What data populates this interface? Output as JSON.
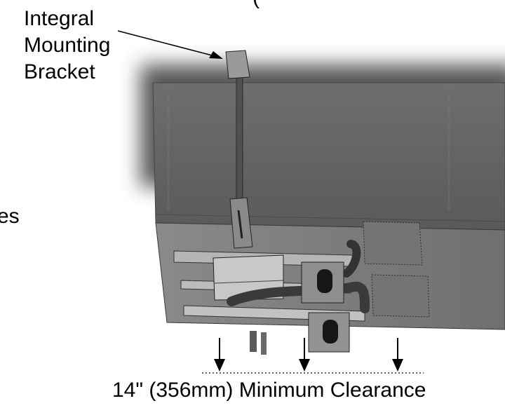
{
  "labels": {
    "bracket_line1": "Integral",
    "bracket_line2": "Mounting",
    "bracket_line3": "Bracket",
    "left_partial": "es",
    "top_partial": "(",
    "clearance": "14\" (356mm) Minimum Clearance"
  },
  "icons": [
    "arrow-down-icon",
    "leader-arrow-icon"
  ]
}
